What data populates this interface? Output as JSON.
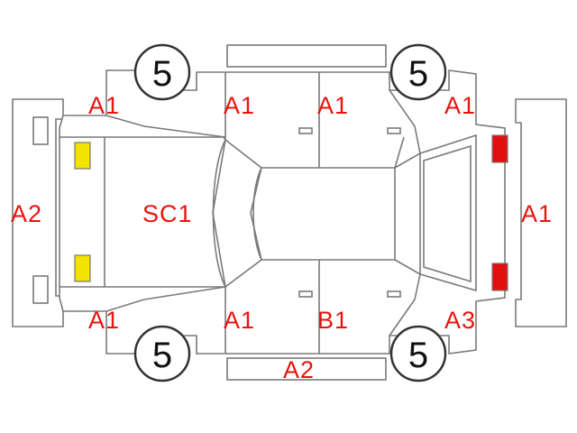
{
  "colors": {
    "outline": "#7a7a7a",
    "code_text": "#e8140e",
    "lamp_front": "#f2e400",
    "lamp_rear": "#e01010"
  },
  "tires": {
    "front_left": "5",
    "rear_left": "5",
    "front_right": "5",
    "rear_right": "5"
  },
  "codes": {
    "front_fender_left": "A1",
    "front_door_left": "A1",
    "rear_door_left": "A1",
    "rear_fender_left": "A1",
    "front_bumper": "A2",
    "hood": "SC1",
    "rear_bumper": "A1",
    "front_fender_right": "A1",
    "front_door_right": "A1",
    "rear_door_right": "B1",
    "rear_fender_right": "A3",
    "side_sill_right": "A2"
  }
}
